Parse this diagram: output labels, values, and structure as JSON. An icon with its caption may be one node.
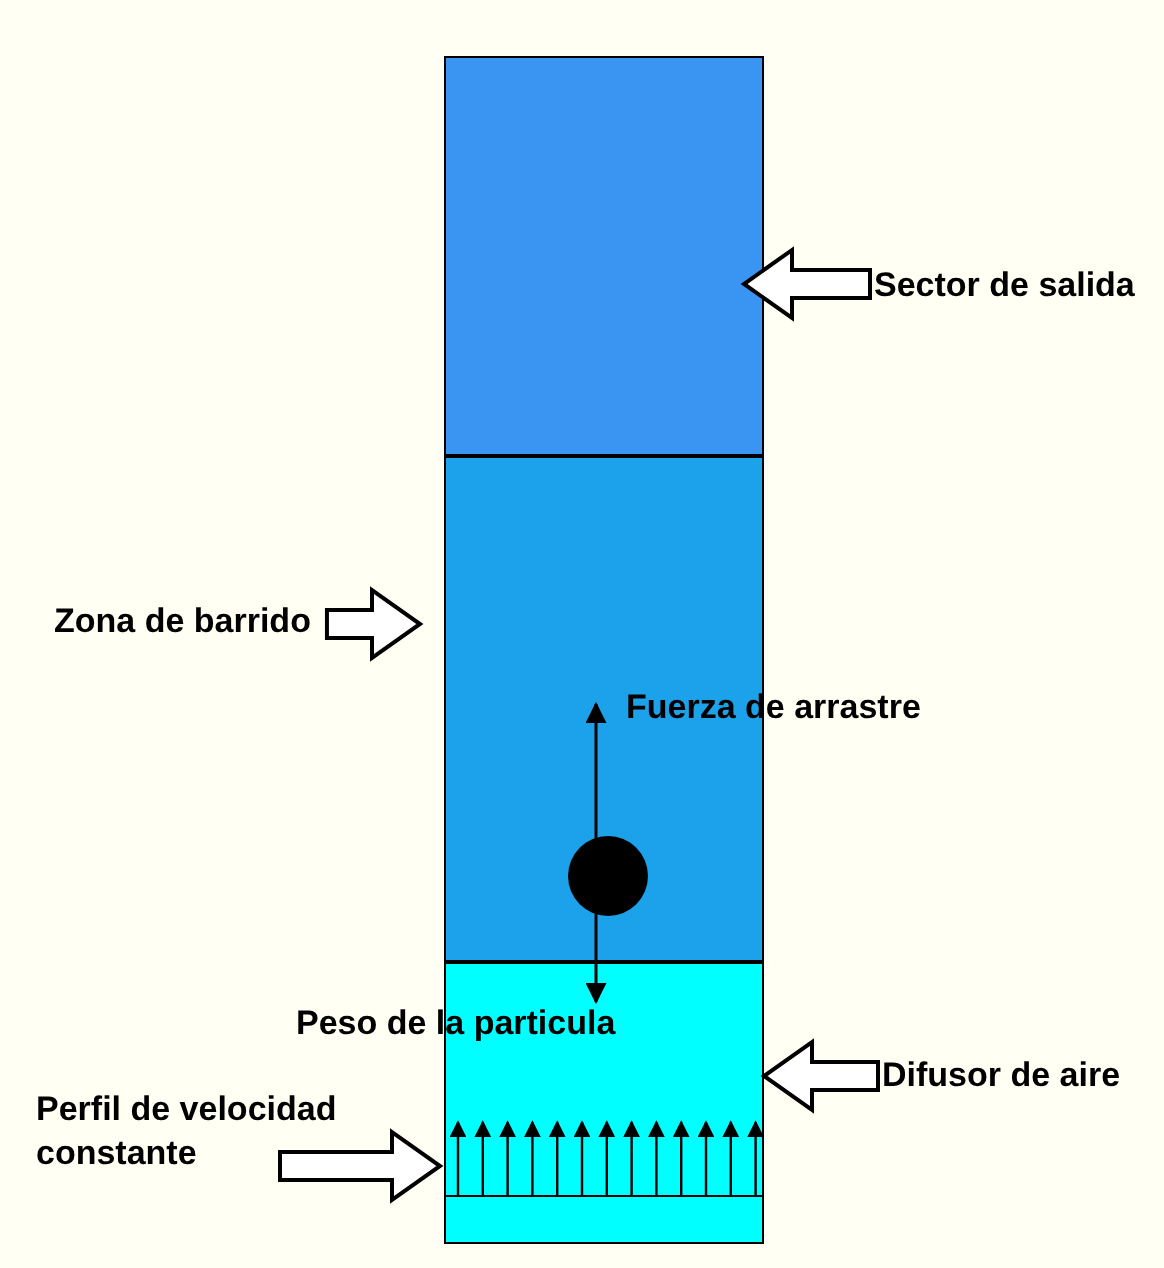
{
  "diagram": {
    "nodes": [
      {
        "text": [],
        "shape": "box"
      },
      {
        "text": [],
        "shape": "box"
      },
      {
        "text": [],
        "shape": "box"
      },
      {
        "text": [
          "Sector de salida"
        ]
      },
      {
        "text": [
          "Zona de barrido"
        ]
      },
      {
        "text": [
          "Difusor de aire"
        ]
      },
      {
        "text": [
          "Perfil de velocidad constante"
        ]
      },
      {
        "text": [],
        "shape": "circle",
        "in": 1
      }
    ],
    "edges": [
      {
        "from": 3,
        "to": 0,
        "arrow": "to"
      },
      {
        "from": 4,
        "to": 1,
        "arrow": "to"
      },
      {
        "from": 5,
        "to": 2,
        "arrow": "to"
      },
      {
        "from": 6,
        "to": 2,
        "arrow": "to"
      }
    ],
    "labels": [
      "Fuerza de arrastre",
      "Peso de la particula"
    ]
  }
}
